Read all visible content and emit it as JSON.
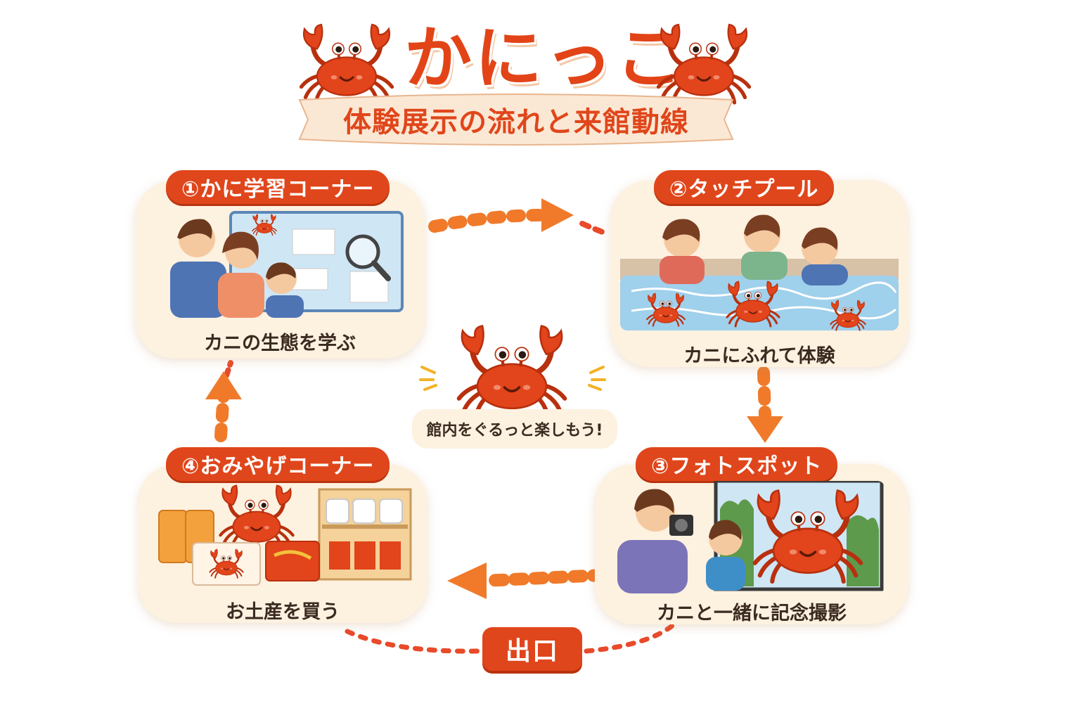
{
  "header": {
    "logo": "かにっこ",
    "subtitle": "体験展示の流れと来館動線"
  },
  "stations": [
    {
      "label": "①かに学習コーナー",
      "caption": "カニの生態を学ぶ"
    },
    {
      "label": "②タッチプール",
      "caption": "カニにふれて体験"
    },
    {
      "label": "③フォトスポット",
      "caption": "カニと一緒に記念撮影"
    },
    {
      "label": "④おみやげコーナー",
      "caption": "お土産を買う"
    }
  ],
  "center": {
    "message": "館内をぐるっと楽しもう!"
  },
  "exit": {
    "label": "出口"
  },
  "colors": {
    "accent": "#e0461b",
    "card": "#fdf1e0",
    "arrow": "#f07a2a",
    "crab": "#e2441b"
  }
}
